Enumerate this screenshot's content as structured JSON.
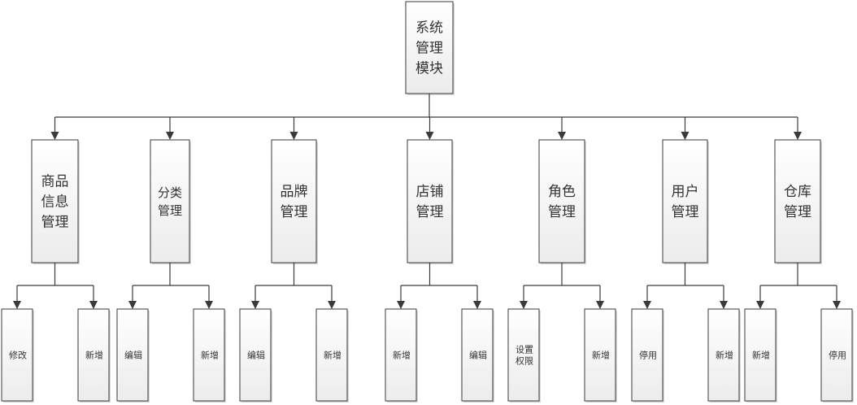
{
  "root": {
    "lines": [
      "系统",
      "管理",
      "模块"
    ]
  },
  "modules": [
    {
      "lines": [
        "商品",
        "信息",
        "管理"
      ],
      "children": [
        [
          "修改"
        ],
        [
          "新增"
        ]
      ]
    },
    {
      "lines": [
        "分类",
        "管理"
      ],
      "children": [
        [
          "编辑"
        ],
        [
          "新增"
        ]
      ]
    },
    {
      "lines": [
        "品牌",
        "管理"
      ],
      "children": [
        [
          "编辑"
        ],
        [
          "新增"
        ]
      ]
    },
    {
      "lines": [
        "店铺",
        "管理"
      ],
      "children": [
        [
          "新增"
        ],
        [
          "编辑"
        ]
      ]
    },
    {
      "lines": [
        "角色",
        "管理"
      ],
      "children": [
        [
          "设置",
          "权限"
        ],
        [
          "新增"
        ]
      ]
    },
    {
      "lines": [
        "用户",
        "管理"
      ],
      "children": [
        [
          "停用"
        ],
        [
          "新增"
        ]
      ]
    },
    {
      "lines": [
        "仓库",
        "管理"
      ],
      "children": [
        [
          "新增"
        ],
        [
          "停用"
        ]
      ]
    }
  ]
}
